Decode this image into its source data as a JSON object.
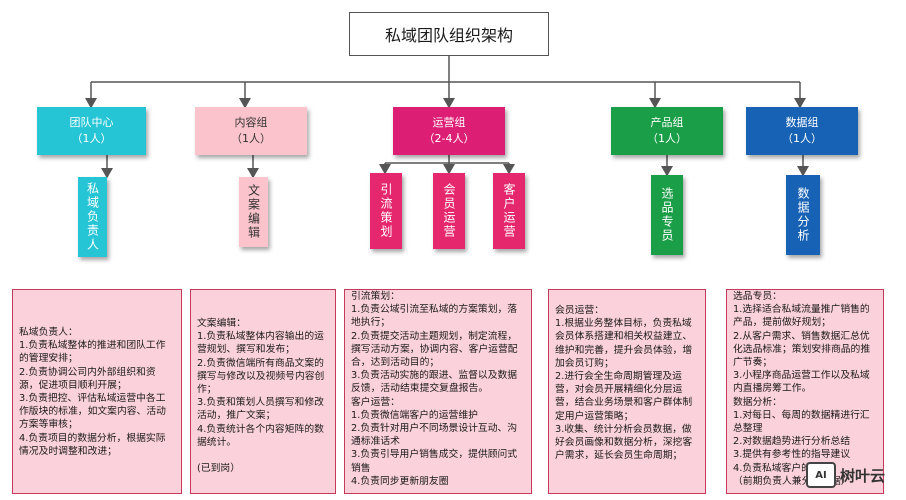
{
  "root": {
    "title": "私域团队组织架构"
  },
  "departments": [
    {
      "name": "团队中心",
      "size": "（1人）",
      "color": "#26c5d5",
      "text_color": "#ffffff",
      "subs": [
        {
          "label": "私域负责人",
          "color": "#26c5d5",
          "text_color": "#ffffff"
        }
      ]
    },
    {
      "name": "内容组",
      "size": "（1人）",
      "color": "#fbc4cc",
      "text_color": "#333333",
      "subs": [
        {
          "label": "文案编辑",
          "color": "#fbc4cc",
          "text_color": "#333333"
        }
      ]
    },
    {
      "name": "运营组",
      "size": "（2-4人）",
      "color": "#dc1e74",
      "text_color": "#ffffff",
      "subs": [
        {
          "label": "引流策划",
          "color": "#e5276e",
          "text_color": "#ffffff"
        },
        {
          "label": "会员运营",
          "color": "#e5276e",
          "text_color": "#ffffff"
        },
        {
          "label": "客户运营",
          "color": "#e5276e",
          "text_color": "#ffffff"
        }
      ]
    },
    {
      "name": "产品组",
      "size": "（1人）",
      "color": "#1a9e48",
      "text_color": "#ffffff",
      "subs": [
        {
          "label": "选品专员",
          "color": "#1a9e48",
          "text_color": "#ffffff"
        }
      ]
    },
    {
      "name": "数据组",
      "size": "（1人）",
      "color": "#1762b4",
      "text_color": "#ffffff",
      "subs": [
        {
          "label": "数据分析",
          "color": "#1762b4",
          "text_color": "#ffffff"
        }
      ]
    }
  ],
  "descriptions": [
    "私域负责人：\n1.负责私域整体的推进和团队工作的管理安排；\n2.负责协调公司内外部组织和资源，促进项目顺利开展；\n3.负责把控、评估私域运营中各工作版块的标准，如文案内容、活动方案等审核；\n4.负责项目的数据分析，根据实际情况及时调整和改进；",
    "文案编辑：\n1.负责私域整体内容输出的运营规划、撰写和发布；\n2.负责微信端所有商品文案的撰写与修改以及视频号内容创作；\n3.负责和策划人员撰写和修改活动，推广文案；\n4.负责统计各个内容矩阵的数据统计。\n\n(已到岗）",
    "引流策划：\n1.负责公域引流至私域的方案策划，落地执行；\n2.负责提交活动主题规划，制定流程，撰写活动方案，协调内容、客户运营配合，达到活动目的；\n3.负责活动实施的跟进、监督以及数据反馈，活动结束提交复盘报告。\n客户运营：\n1.负责微信端客户的运营维护\n2.负责针对用户不同场景设计互动、沟通标准话术\n3.负责引导用户销售成交，提供顾问式销售\n4.负责同步更新朋友圈",
    "会员运营：\n1.根据业务整体目标，负责私域会员体系搭建和相关权益建立、维护和完善，提升会员体验，增加会员订购；\n2.进行会全生命周期管理及运营，对会员开展精细化分层运营，结合业务场景和客户群体制定用户运营策略；\n3.收集、统计分析会员数据，做好会员画像和数据分析，深挖客户需求，延长会员生命周期；",
    "选品专员：\n1.选择适合私域流量推广销售的产品，提前做好规划；\n2.从客户需求、销售数据汇总优化选品标准；策划安排商品的推广节奏；\n3.小程序商品运营工作以及私域内直播房筹工作。\n数据分析：\n1.对每日、每周的数据精进行汇总整理\n2.对数据趋势进行分析总结\n3.提供有参考性的指导建议\n4.负责私域客户的运营\n（前期负责人兼分析数据）"
  ],
  "watermark": {
    "mark": "AI",
    "text": "树叶云"
  }
}
